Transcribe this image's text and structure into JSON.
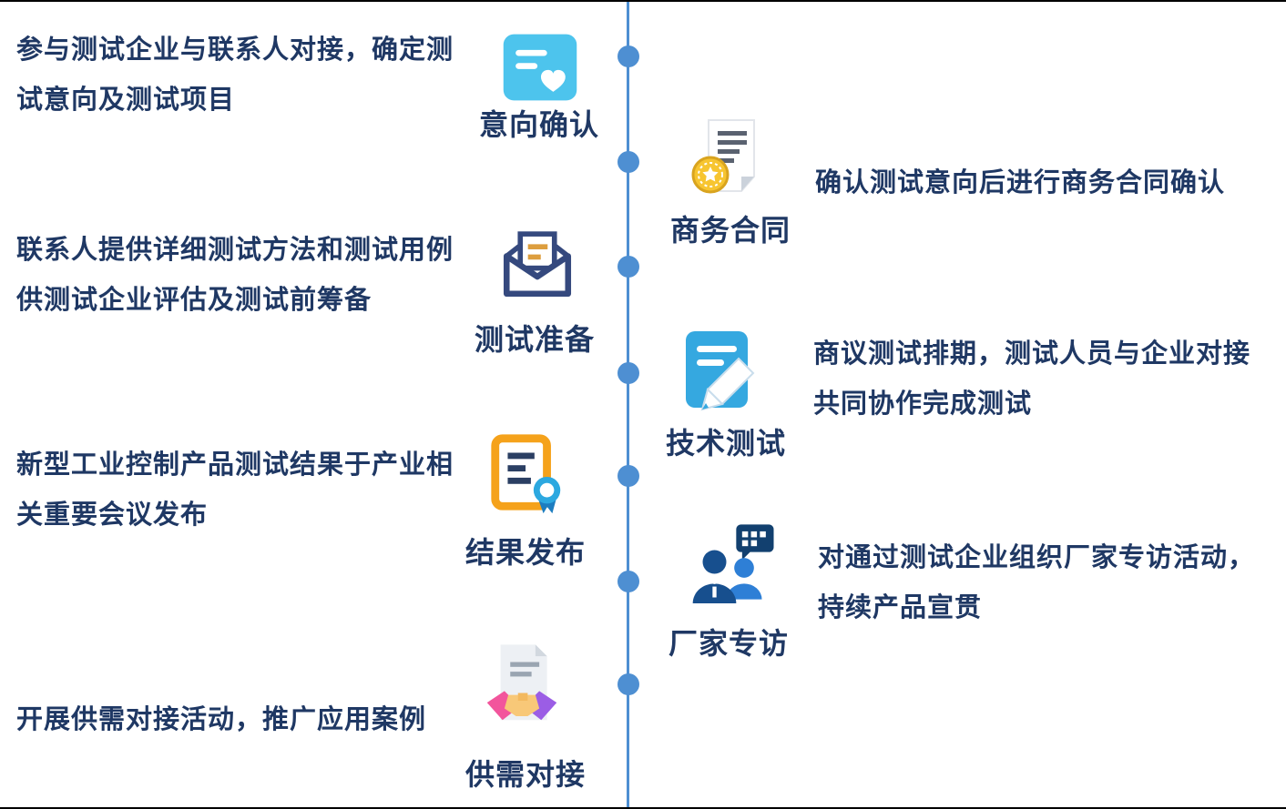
{
  "colors": {
    "timeline_line": "#4E8FD2",
    "timeline_dot": "#4E8FD2",
    "text": "#1F3864",
    "icon_cyan": "#4DC4ED",
    "icon_gold": "#F7C530",
    "icon_navy": "#35497E",
    "icon_blue": "#35A8E0",
    "icon_orange": "#F5A21B",
    "icon_pink": "#F2559C",
    "icon_purple": "#9B5DE5"
  },
  "items": [
    {
      "side": "left",
      "order": 1,
      "label": "意向确认",
      "icon": "card-heart-icon",
      "desc": "参与测试企业与联系人对接，确定测\n试意向及测试项目"
    },
    {
      "side": "right",
      "order": 2,
      "label": "商务合同",
      "icon": "contract-star-icon",
      "desc": "确认测试意向后进行商务合同确认"
    },
    {
      "side": "left",
      "order": 3,
      "label": "测试准备",
      "icon": "open-envelope-icon",
      "desc": "联系人提供详细测试方法和测试用例\n供测试企业评估及测试前筹备"
    },
    {
      "side": "right",
      "order": 4,
      "label": "技术测试",
      "icon": "doc-pencil-icon",
      "desc": "商议测试排期，测试人员与企业对接\n共同协作完成测试"
    },
    {
      "side": "left",
      "order": 5,
      "label": "结果发布",
      "icon": "certificate-ribbon-icon",
      "desc": "新型工业控制产品测试结果于产业相\n关重要会议发布"
    },
    {
      "side": "right",
      "order": 6,
      "label": "厂家专访",
      "icon": "people-chat-icon",
      "desc": "对通过测试企业组织厂家专访活动，\n持续产品宣贯"
    },
    {
      "side": "left",
      "order": 7,
      "label": "供需对接",
      "icon": "handshake-doc-icon",
      "desc": "开展供需对接活动，推广应用案例"
    }
  ]
}
